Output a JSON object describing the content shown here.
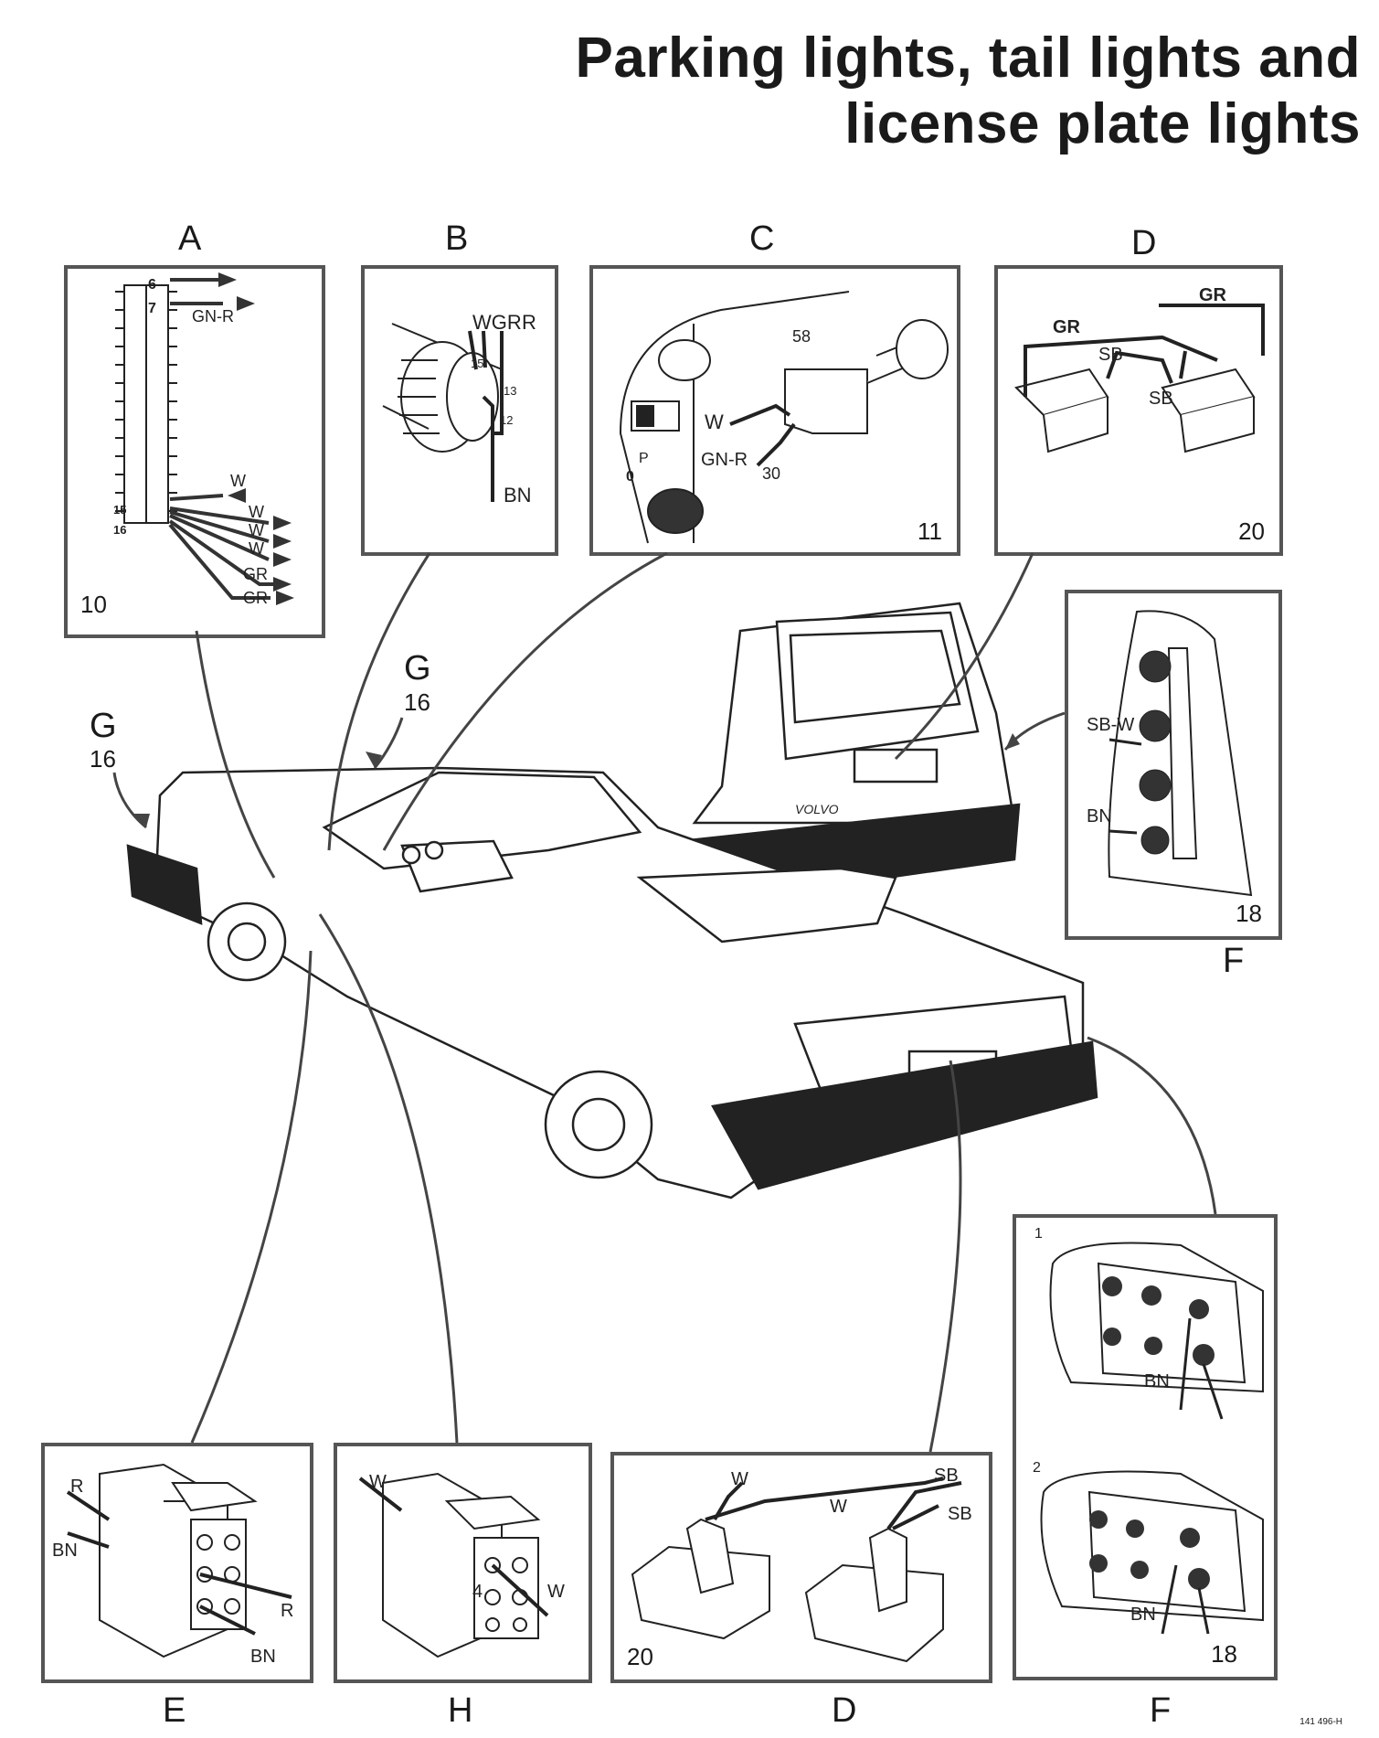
{
  "title": {
    "line1": "Parking lights, tail lights and",
    "line2": "license plate lights"
  },
  "panels": {
    "A": {
      "letter": "A",
      "number": "10",
      "labels": {
        "n6": "6",
        "n7": "7",
        "gnr": "GN-R",
        "w1": "W",
        "n15": "15",
        "n16": "16",
        "w2": "W",
        "w3": "W",
        "w4": "W",
        "gr1": "GR",
        "gr2": "GR"
      }
    },
    "B": {
      "letter": "B",
      "labels": {
        "wgr": "WGR",
        "r": "R",
        "n15": "15",
        "n13": "13",
        "n12": "12",
        "bn": "BN"
      }
    },
    "C": {
      "letter": "C",
      "number": "11",
      "labels": {
        "n58": "58",
        "w": "W",
        "gnr": "GN-R",
        "n30": "30",
        "p": "P",
        "zero": "0"
      }
    },
    "D_top": {
      "letter": "D",
      "number": "20",
      "labels": {
        "gr1": "GR",
        "gr2": "GR",
        "sb1": "SB",
        "sb2": "SB"
      }
    },
    "F_top": {
      "letter": "F",
      "number": "18",
      "labels": {
        "sbw": "SB-W",
        "bn": "BN"
      }
    },
    "G_left": {
      "letter": "G",
      "number": "16"
    },
    "G_mid": {
      "letter": "G",
      "number": "16"
    },
    "F_bottom": {
      "letter": "F",
      "number": "18",
      "sub1": "1",
      "sub2": "2",
      "labels": {
        "bn1": "BN",
        "bn2": "BN"
      }
    },
    "E": {
      "letter": "E",
      "labels": {
        "r1": "R",
        "bn1": "BN",
        "r2": "R",
        "bn2": "BN"
      }
    },
    "H": {
      "letter": "H",
      "labels": {
        "w1": "W",
        "n4": "4",
        "w2": "W"
      }
    },
    "D_bottom": {
      "letter": "D",
      "number": "20",
      "labels": {
        "w1": "W",
        "w2": "W",
        "sb1": "SB",
        "sb2": "SB"
      }
    }
  },
  "car": {
    "badge": "VOLVO"
  },
  "figure_code": "141 496-H"
}
